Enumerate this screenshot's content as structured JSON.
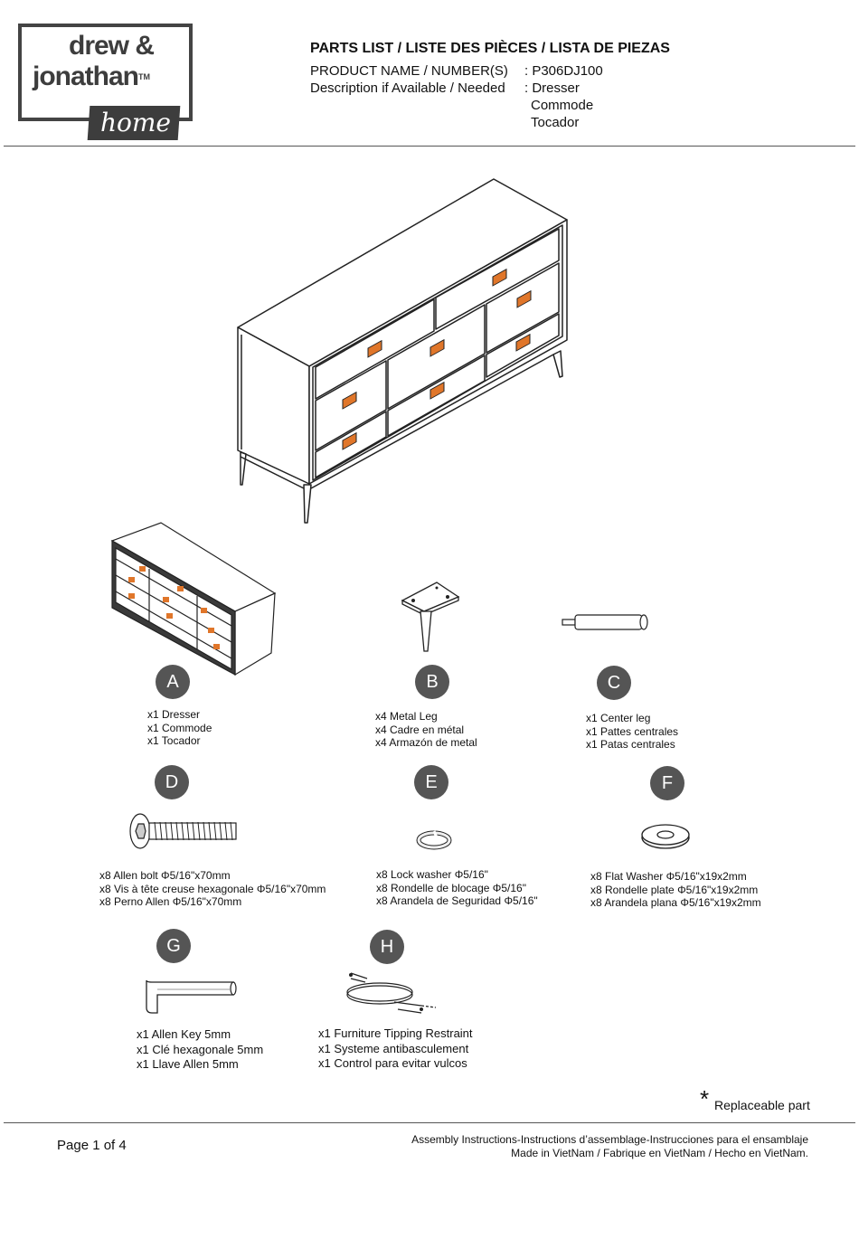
{
  "brand": {
    "line1": "drew &",
    "line2": "jonathan",
    "tm": "TM",
    "sub": "home"
  },
  "header": {
    "title": "PARTS LIST / LISTE DES PIÈCES / LISTA DE PIEZAS",
    "product_label": "PRODUCT NAME / NUMBER(S)",
    "product_value": ": P306DJ100",
    "desc_label": "Description if Available / Needed",
    "desc_values": [
      ": Dresser",
      "Commode",
      "Tocador"
    ]
  },
  "parts": [
    {
      "letter": "A",
      "lines": [
        "x1 Dresser",
        "x1 Commode",
        "x1 Tocador"
      ]
    },
    {
      "letter": "B",
      "lines": [
        "x4 Metal Leg",
        "x4 Cadre en métal",
        "x4 Armazón de metal"
      ]
    },
    {
      "letter": "C",
      "lines": [
        "x1 Center leg",
        "x1 Pattes centrales",
        "x1 Patas centrales"
      ]
    },
    {
      "letter": "D",
      "lines": [
        "x8 Allen bolt Φ5/16\"x70mm",
        "x8 Vis à tête creuse hexagonale Φ5/16\"x70mm",
        "x8 Perno Allen Φ5/16\"x70mm"
      ]
    },
    {
      "letter": "E",
      "lines": [
        "x8 Lock washer Φ5/16\"",
        "x8 Rondelle de blocage Φ5/16\"",
        "x8 Arandela de Seguridad  Φ5/16\""
      ]
    },
    {
      "letter": "F",
      "lines": [
        "x8 Flat Washer Φ5/16\"x19x2mm",
        "x8 Rondelle plate Φ5/16\"x19x2mm",
        "x8 Arandela plana Φ5/16\"x19x2mm"
      ]
    },
    {
      "letter": "G",
      "lines": [
        "x1 Allen Key 5mm",
        "x1 Clé hexagonale  5mm",
        "x1 Llave Allen 5mm"
      ]
    },
    {
      "letter": "H",
      "lines": [
        "x1 Furniture Tipping Restraint",
        "x1 Systeme antibasculement",
        "x1 Control para evitar vulcos"
      ]
    }
  ],
  "replaceable": {
    "star": "*",
    "label": "Replaceable part"
  },
  "footer": {
    "page": "Page 1 of 4",
    "line1": "Assembly Instructions-Instructions d’assemblage-Instrucciones para el ensamblaje",
    "line2": "Made in VietNam / Fabrique en VietNam / Hecho en VietNam."
  },
  "colors": {
    "handle": "#e0762a",
    "circle": "#555555",
    "line": "#222222"
  }
}
